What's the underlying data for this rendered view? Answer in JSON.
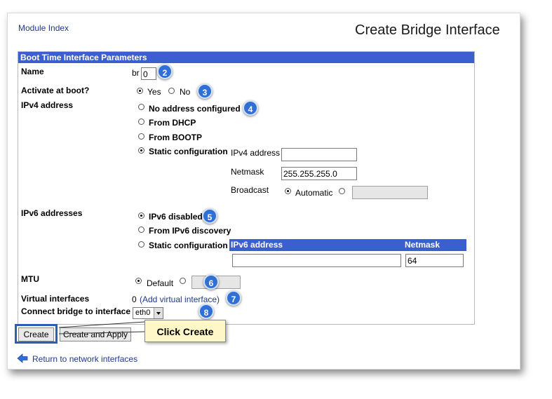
{
  "header": {
    "module_index_link": "Module Index",
    "page_title": "Create Bridge Interface"
  },
  "panel": {
    "title": "Boot Time Interface Parameters",
    "name": {
      "label": "Name",
      "prefix": "br",
      "value": "0"
    },
    "activate": {
      "label": "Activate at boot?",
      "yes": "Yes",
      "no": "No",
      "selected": "Yes"
    },
    "ipv4": {
      "label": "IPv4 address",
      "options": [
        "No address configured",
        "From DHCP",
        "From BOOTP",
        "Static configuration"
      ],
      "selected": "Static configuration",
      "static": {
        "address_label": "IPv4 address",
        "address_value": "",
        "netmask_label": "Netmask",
        "netmask_value": "255.255.255.0",
        "broadcast_label": "Broadcast",
        "broadcast_auto": "Automatic",
        "broadcast_value": ""
      }
    },
    "ipv6": {
      "label": "IPv6 addresses",
      "options": [
        "IPv6 disabled",
        "From IPv6 discovery",
        "Static configuration"
      ],
      "selected": "IPv6 disabled",
      "table": {
        "col_address": "IPv6 address",
        "col_netmask": "Netmask",
        "address_value": "",
        "netmask_value": "64"
      }
    },
    "mtu": {
      "label": "MTU",
      "default": "Default",
      "value": ""
    },
    "virtual": {
      "label": "Virtual interfaces",
      "count": "0",
      "link": "(Add virtual interface)"
    },
    "connect": {
      "label": "Connect bridge to interface",
      "selected": "eth0"
    }
  },
  "buttons": {
    "create": "Create",
    "create_apply": "Create and Apply"
  },
  "callout": "Click Create",
  "steps": [
    "2",
    "3",
    "4",
    "5",
    "6",
    "7",
    "8"
  ],
  "footer": {
    "return_link": "Return to network interfaces"
  },
  "colors": {
    "header_blue": "#3c5fd0",
    "badge_blue": "#2f6fd6",
    "link": "#1f3a8a"
  }
}
